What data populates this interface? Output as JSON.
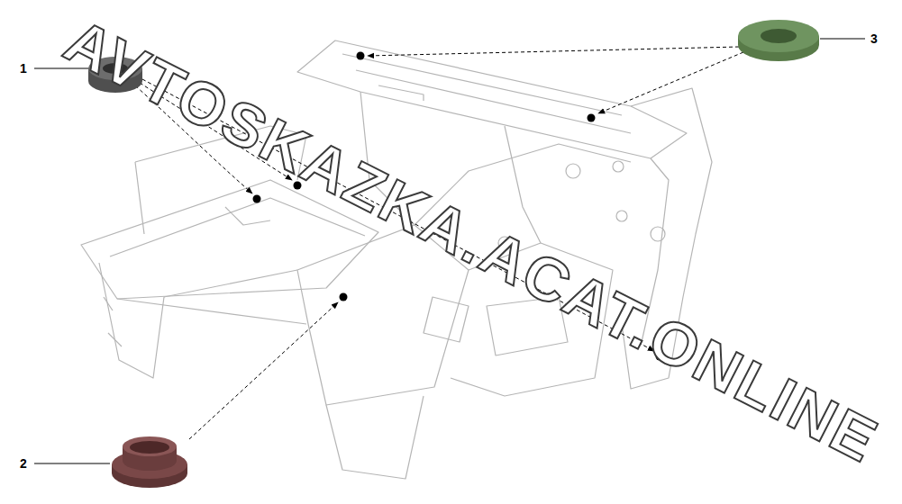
{
  "diagram": {
    "labels": [
      "1",
      "2",
      "3",
      "AVTOSKAZKA.ACAT.ONLINE"
    ]
  }
}
